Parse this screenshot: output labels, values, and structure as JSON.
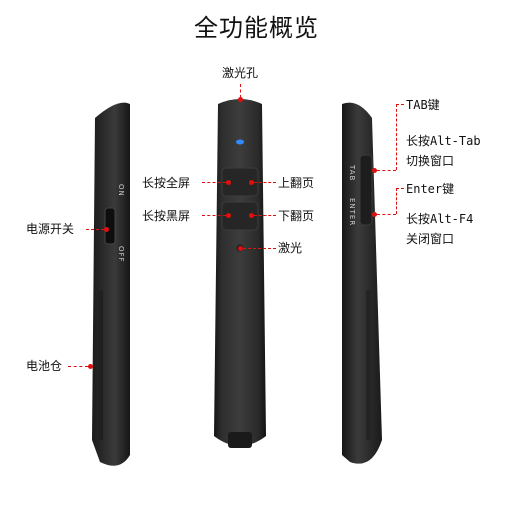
{
  "title": "全功能概览",
  "labels": {
    "laser_hole": "激光孔",
    "power_switch": "电源开关",
    "battery": "电池仓",
    "fullscreen": "长按全屏",
    "blackscreen": "长按黑屏",
    "page_up": "上翻页",
    "page_down": "下翻页",
    "laser": "激光",
    "tab_key": "TAB键",
    "alt_tab_1": "长按Alt-Tab",
    "alt_tab_2": "切换窗口",
    "enter_key": "Enter键",
    "alt_f4_1": "长按Alt-F4",
    "alt_f4_2": "关闭窗口"
  },
  "device_print": {
    "on": "ON",
    "off": "OFF",
    "tab": "TAB",
    "enter": "ENTER"
  },
  "colors": {
    "callout": "#e01010",
    "device_body": "#2b2b2b",
    "indicator": "#2f8cff"
  }
}
